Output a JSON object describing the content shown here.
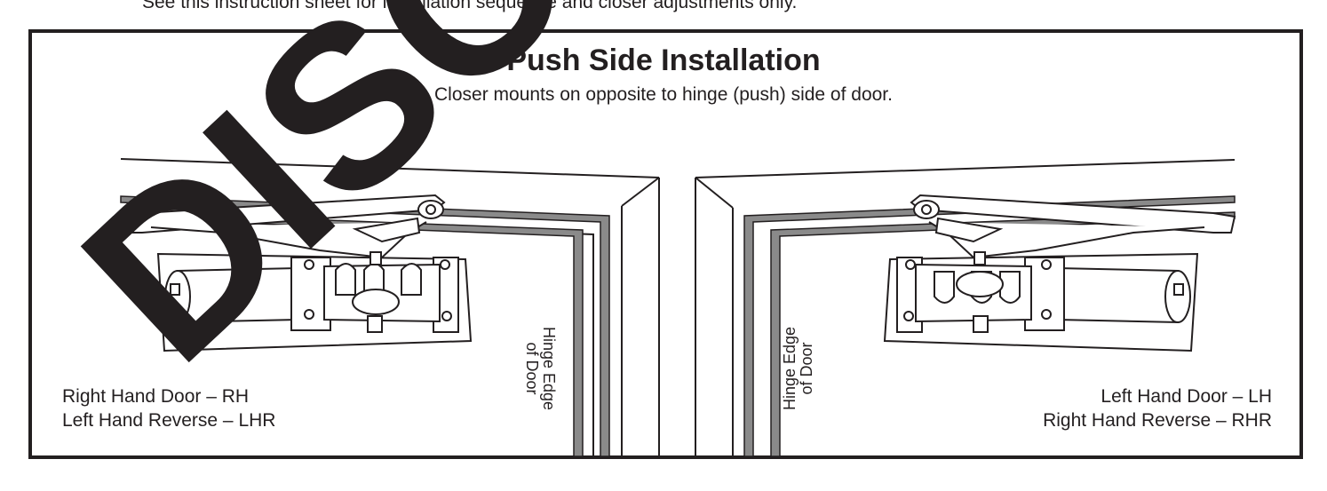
{
  "top_note": "See this instruction sheet for installation sequence and closer adjustments only.",
  "title": "Push Side Installation",
  "subtitle": "Closer mounts on opposite to hinge (push) side of door.",
  "left_door": {
    "line1": "Right Hand Door – RH",
    "line2": "Left Hand Reverse – LHR",
    "hinge_line1": "Hinge Edge",
    "hinge_line2": "of Door"
  },
  "right_door": {
    "line1": "Left Hand Door – LH",
    "line2": "Right Hand Reverse – RHR",
    "hinge_line1": "Hinge Edge",
    "hinge_line2": "of Door"
  },
  "watermark": "DISCO",
  "colors": {
    "ink": "#231f20",
    "frame_gray": "#8a8a8a",
    "fill": "#ffffff"
  }
}
